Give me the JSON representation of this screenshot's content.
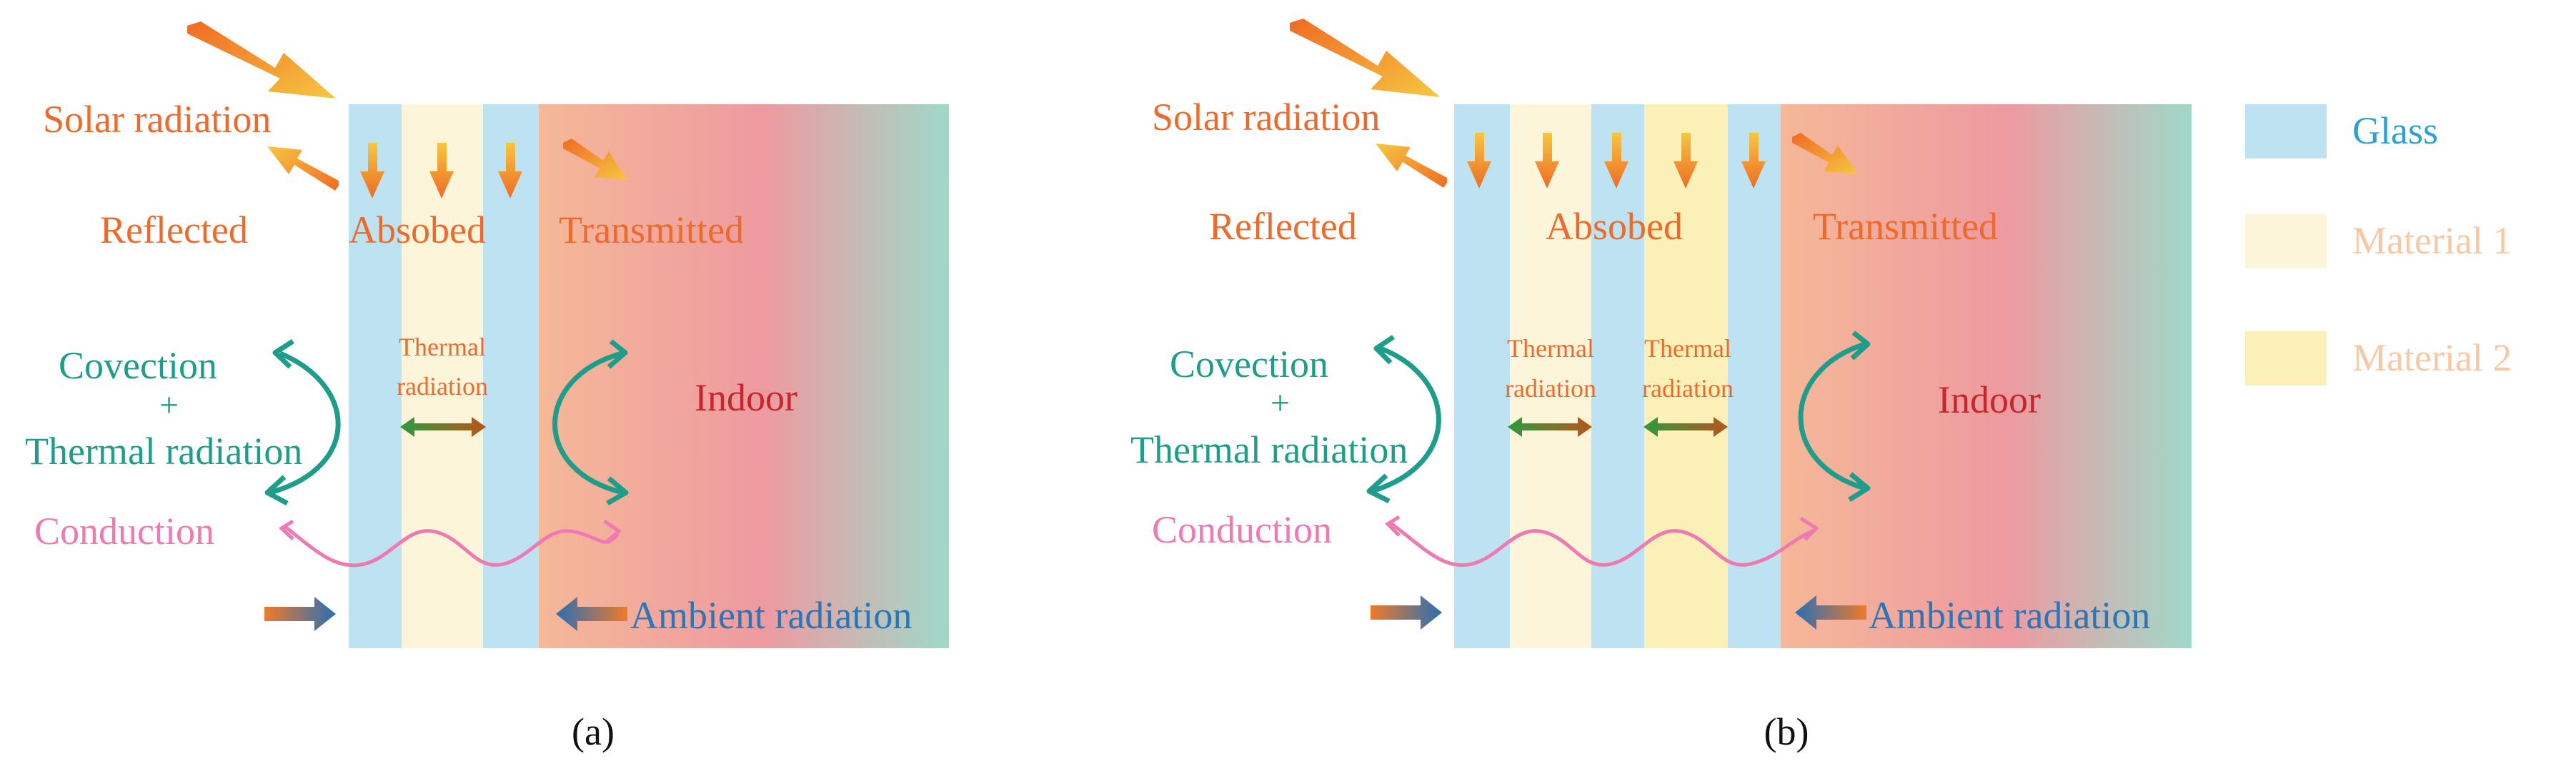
{
  "colors": {
    "glass": "#bde3f2",
    "material1": "#fdf5da",
    "material2": "#fbf0b7",
    "solar": "#ee6a2c",
    "convection": "#1e9e8a",
    "conduction": "#ef7ab2",
    "ambient": "#2a76b6",
    "indoor_text": "#c9252d",
    "legend_material_text": "#f5c9a6"
  },
  "panel_a": {
    "caption": "(a)",
    "solar": "Solar radiation",
    "reflected": "Reflected",
    "absorbed": "Absobed",
    "transmitted": "Transmitted",
    "convection": "Covection",
    "plus": "+",
    "thermal_radiation_outside": "Thermal radiation",
    "inner_thermal_1": "Thermal",
    "inner_thermal_2": "radiation",
    "indoor": "Indoor",
    "conduction": "Conduction",
    "ambient": "Ambient radiation"
  },
  "panel_b": {
    "caption": "(b)",
    "solar": "Solar radiation",
    "reflected": "Reflected",
    "absorbed": "Absobed",
    "transmitted": "Transmitted",
    "convection": "Covection",
    "plus": "+",
    "thermal_radiation_outside": "Thermal radiation",
    "inner_thermal_1": "Thermal",
    "inner_thermal_2": "radiation",
    "indoor": "Indoor",
    "conduction": "Conduction",
    "ambient": "Ambient radiation"
  },
  "legend": {
    "glass": "Glass",
    "material1": "Material 1",
    "material2": "Material 2"
  }
}
